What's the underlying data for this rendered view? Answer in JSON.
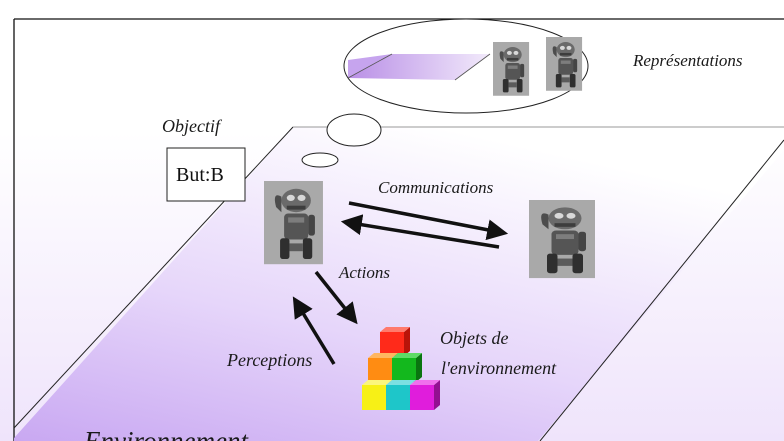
{
  "diagram": {
    "labels": {
      "representations": "Représentations",
      "objective": "Objectif",
      "communications": "Communications",
      "actions": "Actions",
      "perceptions": "Perceptions",
      "objects_line1": "Objets de",
      "objects_line2": "l'environnement",
      "environment": "Environnement"
    },
    "goal_box": "But:B",
    "colors": {
      "environment_fill": "#e3cff8",
      "environment_light": "#ffffff",
      "robot_bg": "#a9a9a9",
      "robot_body": "#5c5c5c",
      "cube_red": "#ff2a1a",
      "cube_orange": "#ff8c12",
      "cube_green": "#13b81d",
      "cube_yellow": "#f7f016",
      "cube_cyan": "#1ec6c9",
      "cube_magenta": "#e01ddc",
      "arrow": "#111111"
    },
    "icons": [
      "robot-icon",
      "cube-stack-icon"
    ]
  }
}
